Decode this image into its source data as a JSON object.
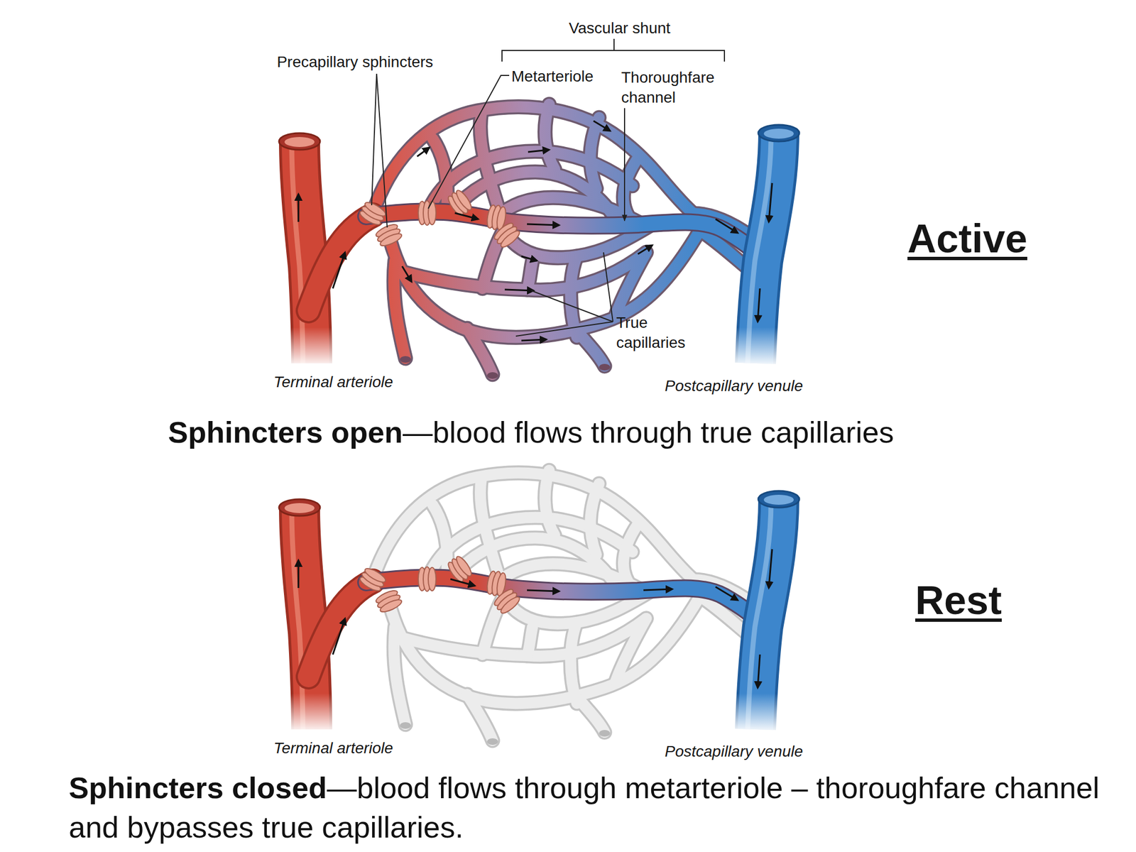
{
  "diagram": {
    "labels": [
      "Vascular shunt",
      "Precapillary sphincters",
      "Metarteriole",
      "Thoroughfare channel",
      "True capillaries",
      "Terminal arteriole",
      "Postcapillary venule",
      "Active",
      "Sphincters open",
      "—blood flows through true capillaries",
      "Rest",
      "Terminal arteriole",
      "Postcapillary venule",
      "Sphincters closed",
      "—blood flows through metarteriole – thoroughfare channel and bypasses true capillaries."
    ]
  }
}
